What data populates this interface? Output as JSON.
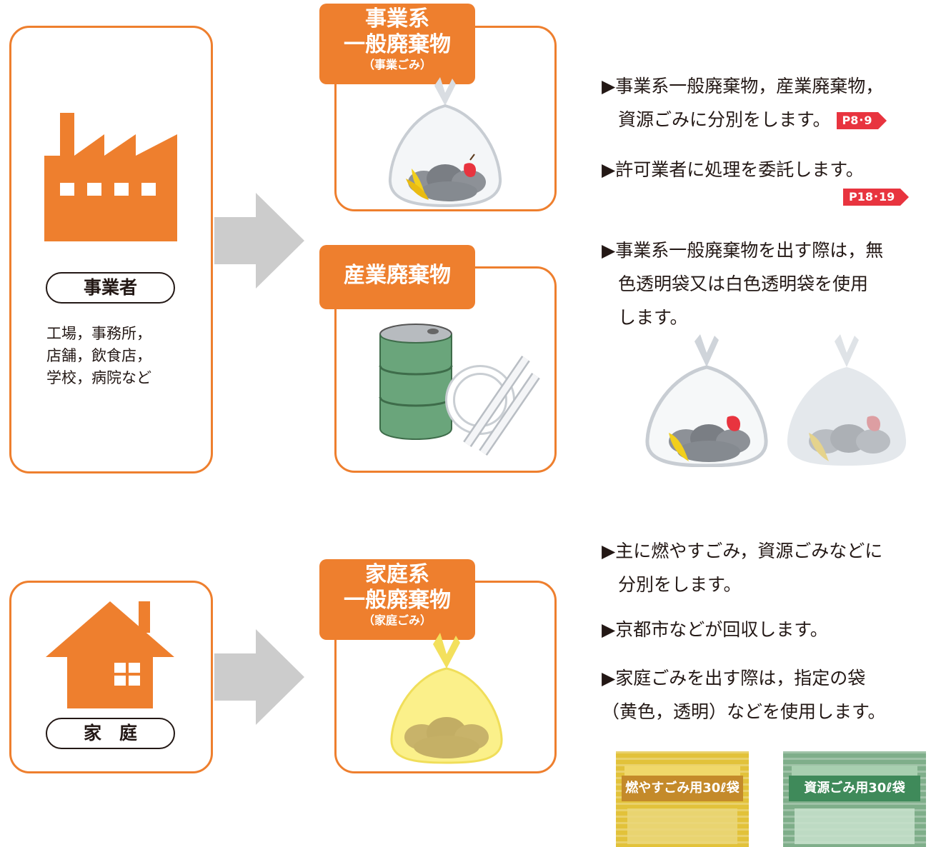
{
  "business": {
    "pill_label": "事業者",
    "examples": [
      "工場，事務所，",
      "店舗，飲食店，",
      "学校，病院など"
    ],
    "tab_general": {
      "line1": "事業系",
      "line2": "一般廃棄物",
      "sub": "（事業ごみ）"
    },
    "tab_industrial": {
      "line1": "産業廃棄物"
    },
    "notes": [
      {
        "lines": [
          "▶事業系一般廃棄物，産業廃棄物，",
          "資源ごみに分別をします。"
        ],
        "ref": "P8･9"
      },
      {
        "lines": [
          "▶許可業者に処理を委託します。"
        ],
        "ref": "P18･19"
      },
      {
        "lines": [
          "▶事業系一般廃棄物を出す際は，無",
          "色透明袋又は白色透明袋を使用",
          "します。"
        ]
      }
    ]
  },
  "household": {
    "pill_label": "家　庭",
    "tab_general": {
      "line1": "家庭系",
      "line2": "一般廃棄物",
      "sub": "（家庭ごみ）"
    },
    "notes": [
      {
        "lines": [
          "▶主に燃やすごみ，資源ごみなどに",
          "分別をします。"
        ]
      },
      {
        "lines": [
          "▶京都市などが回収します。"
        ]
      },
      {
        "lines": [
          "▶家庭ごみを出す際は，指定の袋",
          "（黄色，透明）などを使用します。"
        ]
      }
    ],
    "bag_photos": [
      {
        "title": "燃やすごみ用30ℓ袋",
        "color": "#e5c52a"
      },
      {
        "title": "資源ごみ用30ℓ袋",
        "color": "#6ea07a"
      }
    ]
  },
  "colors": {
    "accent": "#ee7f2e",
    "arrow": "#cccccc",
    "ref_tag": "#e8343f"
  }
}
